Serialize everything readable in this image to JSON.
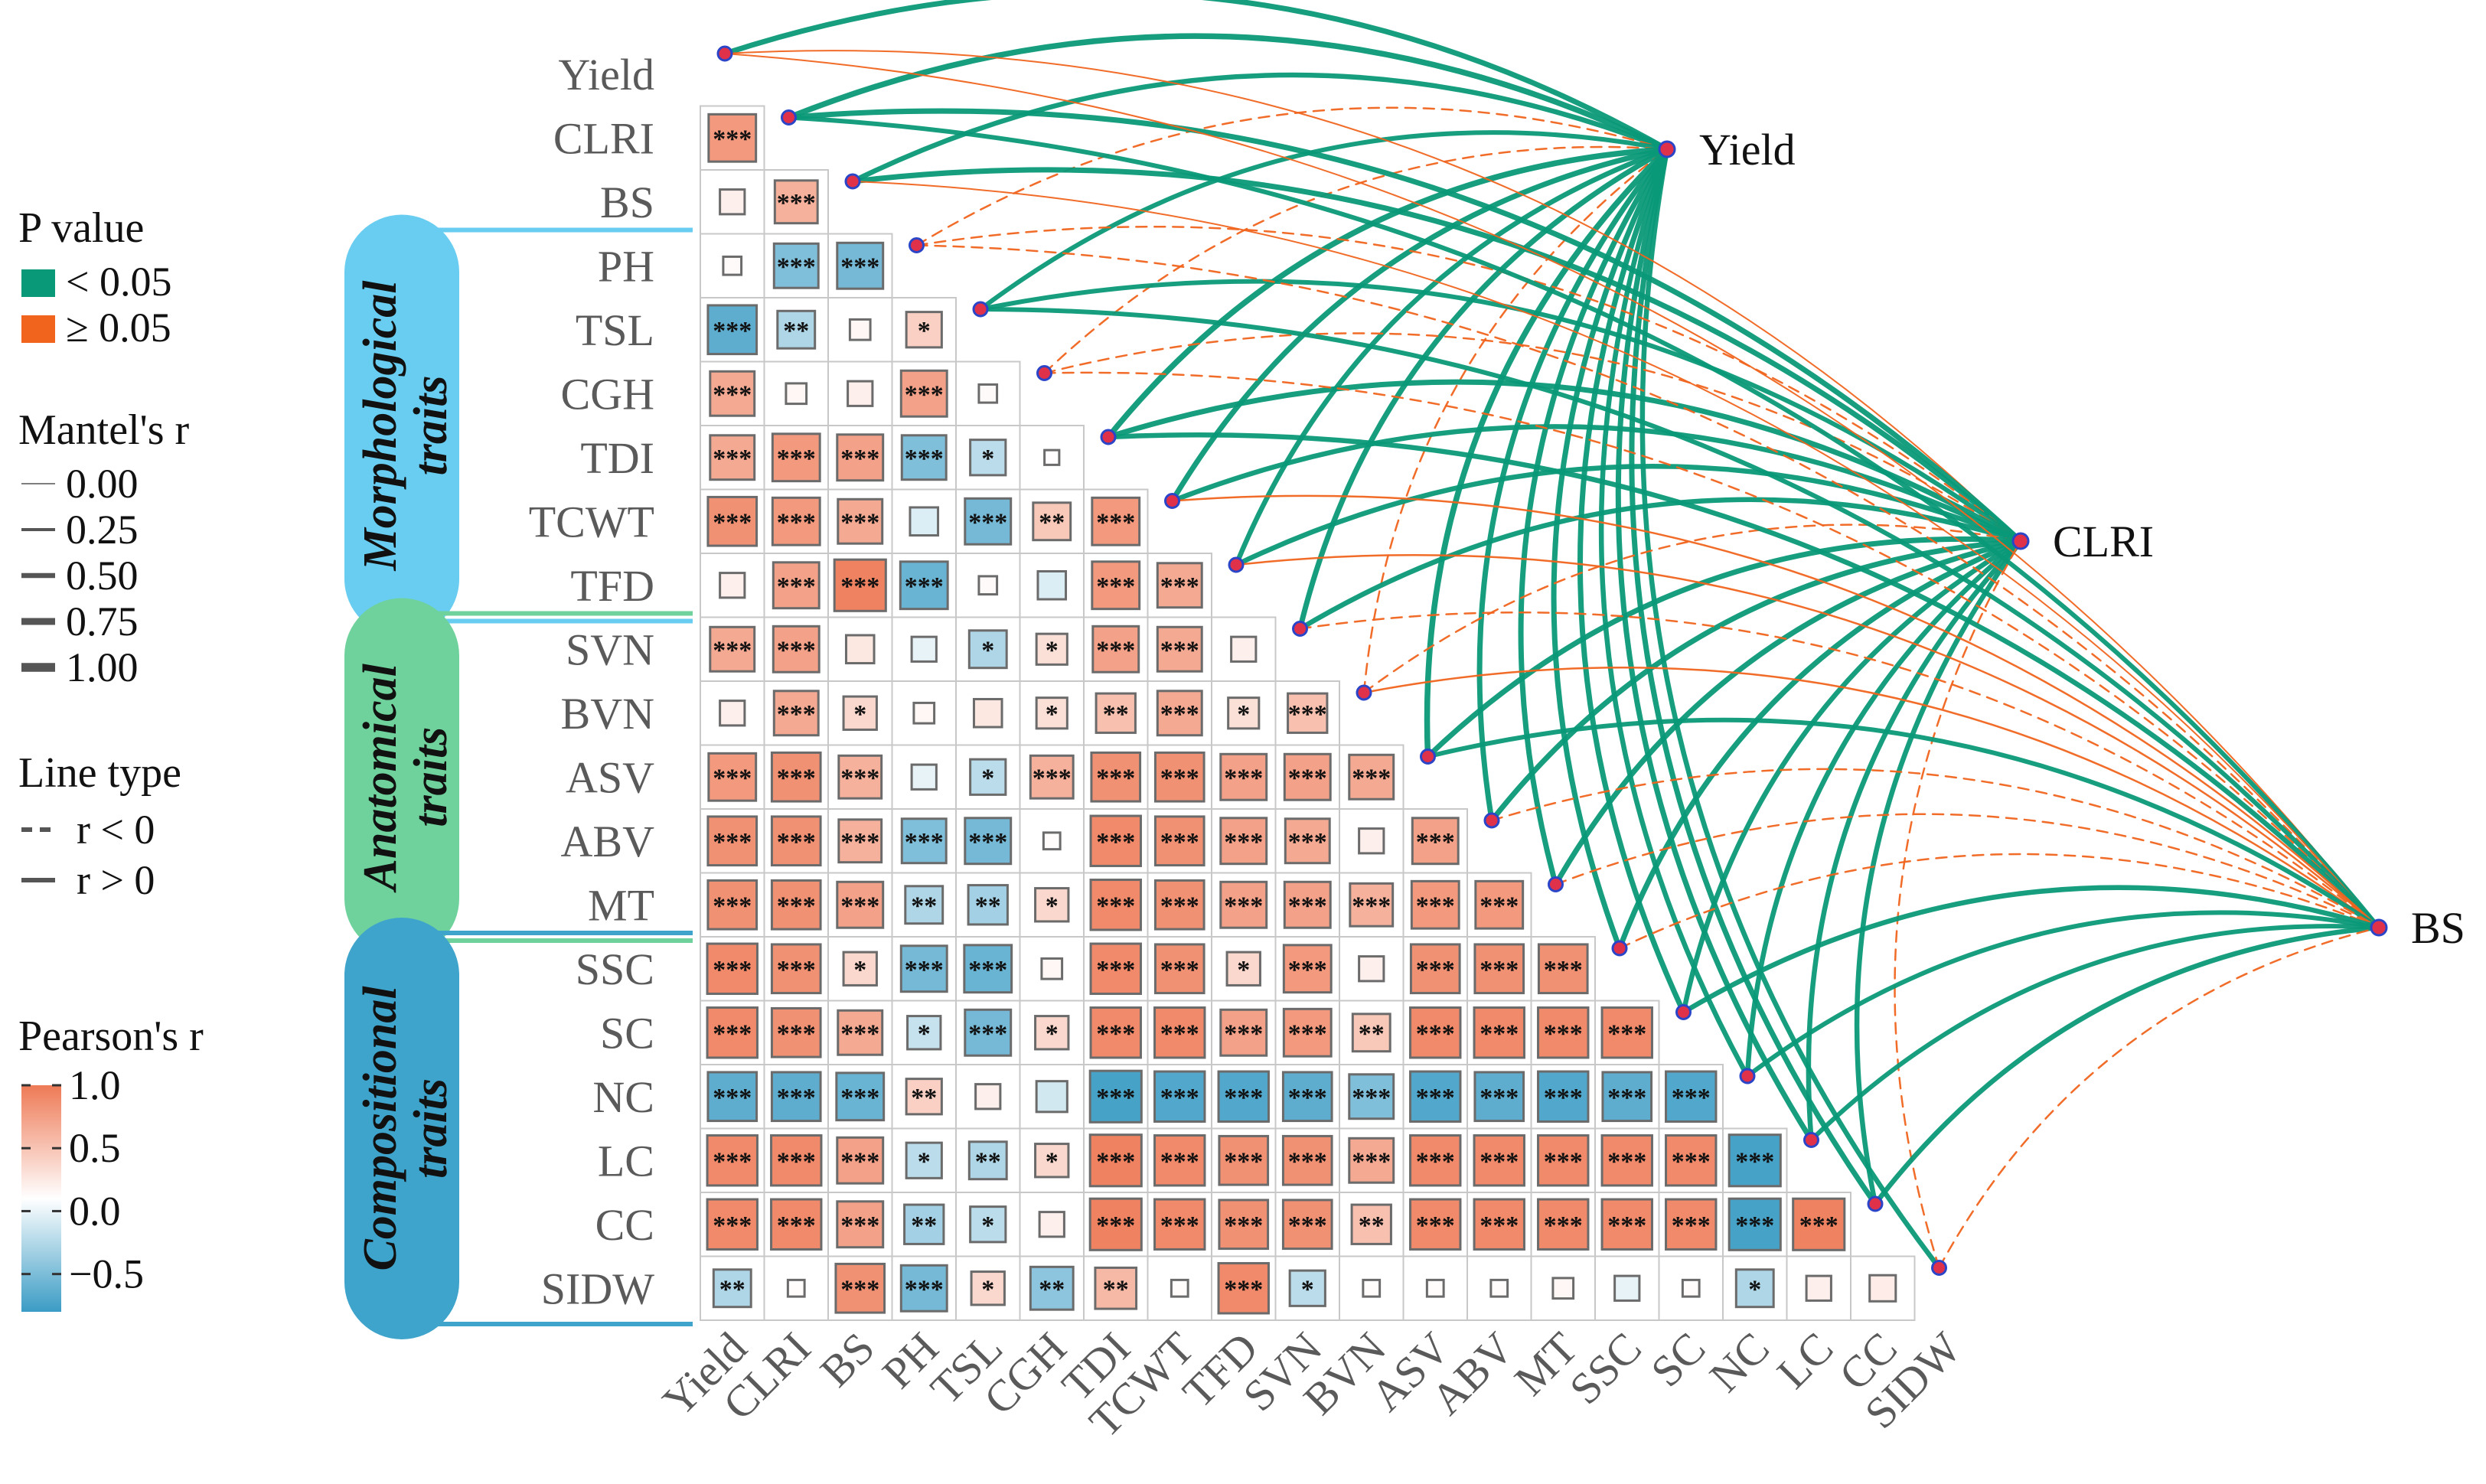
{
  "chart_data": {
    "type": "heatmap",
    "variables": [
      "Yield",
      "CLRI",
      "BS",
      "PH",
      "TSL",
      "CGH",
      "TDI",
      "TCWT",
      "TFD",
      "SVN",
      "BVN",
      "ASV",
      "ABV",
      "MT",
      "SSC",
      "SC",
      "NC",
      "LC",
      "CC",
      "SIDW"
    ],
    "mantel_targets": [
      "Yield",
      "CLRI",
      "BS"
    ],
    "groups": [
      {
        "label": "Morphological traits",
        "first": "PH",
        "last": "TFD",
        "color": "#68cdf0",
        "lines": [
          "Morphological",
          "traits"
        ]
      },
      {
        "label": "Anatomical traits",
        "first": "SVN",
        "last": "MT",
        "color": "#6fd29c",
        "lines": [
          "Anatomical",
          "traits"
        ]
      },
      {
        "label": "Compositional traits",
        "first": "SSC",
        "last": "SIDW",
        "color": "#3fa4cc",
        "lines": [
          "Compositional",
          "traits"
        ]
      }
    ],
    "pearson_r": [
      [],
      [
        0.65
      ],
      [
        0.1,
        0.5
      ],
      [
        0.03,
        -0.55,
        -0.6
      ],
      [
        -0.7,
        -0.35,
        0.05,
        0.3
      ],
      [
        0.55,
        0.05,
        0.1,
        0.6,
        0.03
      ],
      [
        0.55,
        0.65,
        0.6,
        -0.55,
        -0.3,
        0.01
      ],
      [
        0.7,
        0.65,
        0.55,
        -0.15,
        -0.6,
        0.35,
        0.65
      ],
      [
        0.1,
        0.6,
        0.8,
        -0.65,
        0.03,
        -0.15,
        0.65,
        0.55
      ],
      [
        0.55,
        0.6,
        0.15,
        -0.1,
        -0.35,
        0.2,
        0.6,
        0.55,
        0.1
      ],
      [
        0.1,
        0.55,
        0.25,
        0.05,
        0.15,
        0.2,
        0.4,
        0.55,
        0.2,
        0.4
      ],
      [
        0.65,
        0.7,
        0.5,
        -0.1,
        -0.3,
        0.5,
        0.7,
        0.7,
        0.6,
        0.6,
        0.55
      ],
      [
        0.7,
        0.7,
        0.5,
        -0.55,
        -0.6,
        0.02,
        0.75,
        0.7,
        0.6,
        0.55,
        0.1,
        0.6
      ],
      [
        0.7,
        0.7,
        0.6,
        -0.35,
        -0.4,
        0.25,
        0.75,
        0.7,
        0.6,
        0.6,
        0.5,
        0.65,
        0.65
      ],
      [
        0.75,
        0.7,
        0.25,
        -0.6,
        -0.65,
        0.05,
        0.75,
        0.7,
        0.25,
        0.65,
        0.1,
        0.7,
        0.7,
        0.7
      ],
      [
        0.75,
        0.7,
        0.55,
        -0.25,
        -0.6,
        0.25,
        0.75,
        0.75,
        0.6,
        0.65,
        0.35,
        0.75,
        0.75,
        0.75,
        0.75
      ],
      [
        -0.7,
        -0.7,
        -0.65,
        0.3,
        0.1,
        -0.2,
        -0.8,
        -0.75,
        -0.75,
        -0.7,
        -0.55,
        -0.75,
        -0.7,
        -0.75,
        -0.7,
        -0.75
      ],
      [
        0.75,
        0.75,
        0.6,
        -0.3,
        -0.35,
        0.25,
        0.8,
        0.75,
        0.7,
        0.7,
        0.55,
        0.75,
        0.75,
        0.75,
        0.75,
        0.75,
        -0.8
      ],
      [
        0.75,
        0.75,
        0.6,
        -0.4,
        -0.3,
        0.1,
        0.8,
        0.75,
        0.7,
        0.7,
        0.4,
        0.75,
        0.75,
        0.75,
        0.75,
        0.75,
        -0.8,
        0.8
      ],
      [
        -0.35,
        0.02,
        0.7,
        -0.6,
        0.25,
        -0.5,
        0.45,
        0.02,
        0.75,
        -0.3,
        0.02,
        0.02,
        0.02,
        0.05,
        -0.1,
        0.02,
        -0.35,
        0.1,
        0.12
      ]
    ],
    "significance": [
      [],
      [
        "***"
      ],
      [
        "",
        "***"
      ],
      [
        "",
        "***",
        "***"
      ],
      [
        "***",
        "**",
        "",
        "*"
      ],
      [
        "***",
        "",
        "",
        "***",
        ""
      ],
      [
        "***",
        "***",
        "***",
        "***",
        "*",
        ""
      ],
      [
        "***",
        "***",
        "***",
        "",
        "***",
        "**",
        "***"
      ],
      [
        "",
        "***",
        "***",
        "***",
        "",
        "",
        "***",
        "***"
      ],
      [
        "***",
        "***",
        "",
        "",
        "*",
        "*",
        "***",
        "***",
        ""
      ],
      [
        "",
        "***",
        "*",
        "",
        "",
        "*",
        "**",
        "***",
        "*",
        "***"
      ],
      [
        "***",
        "***",
        "***",
        "",
        "*",
        "***",
        "***",
        "***",
        "***",
        "***",
        "***"
      ],
      [
        "***",
        "***",
        "***",
        "***",
        "***",
        "",
        "***",
        "***",
        "***",
        "***",
        "",
        "***"
      ],
      [
        "***",
        "***",
        "***",
        "**",
        "**",
        "*",
        "***",
        "***",
        "***",
        "***",
        "***",
        "***",
        "***"
      ],
      [
        "***",
        "***",
        "*",
        "***",
        "***",
        "",
        "***",
        "***",
        "*",
        "***",
        "",
        "***",
        "***",
        "***"
      ],
      [
        "***",
        "***",
        "***",
        "*",
        "***",
        "*",
        "***",
        "***",
        "***",
        "***",
        "**",
        "***",
        "***",
        "***",
        "***"
      ],
      [
        "***",
        "***",
        "***",
        "**",
        "",
        "",
        "***",
        "***",
        "***",
        "***",
        "***",
        "***",
        "***",
        "***",
        "***",
        "***"
      ],
      [
        "***",
        "***",
        "***",
        "*",
        "**",
        "*",
        "***",
        "***",
        "***",
        "***",
        "***",
        "***",
        "***",
        "***",
        "***",
        "***",
        "***"
      ],
      [
        "***",
        "***",
        "***",
        "**",
        "*",
        "",
        "***",
        "***",
        "***",
        "***",
        "**",
        "***",
        "***",
        "***",
        "***",
        "***",
        "***",
        "***"
      ],
      [
        "**",
        "",
        "***",
        "***",
        "*",
        "**",
        "**",
        "",
        "***",
        "*",
        "",
        "",
        "",
        "",
        "",
        "",
        "*",
        "",
        ""
      ]
    ],
    "mantel_links": {
      "Yield": [
        {
          "p": "lt",
          "r": 0.55,
          "sign": "+"
        },
        {
          "p": "lt",
          "r": 0.6,
          "sign": "+"
        },
        {
          "p": "lt",
          "r": 0.5,
          "sign": "+"
        },
        {
          "p": "ge",
          "r": 0.1,
          "sign": "-"
        },
        {
          "p": "lt",
          "r": 0.45,
          "sign": "+"
        },
        {
          "p": "ge",
          "r": 0.1,
          "sign": "-"
        },
        {
          "p": "lt",
          "r": 0.6,
          "sign": "+"
        },
        {
          "p": "lt",
          "r": 0.55,
          "sign": "+"
        },
        {
          "p": "lt",
          "r": 0.5,
          "sign": "+"
        },
        {
          "p": "lt",
          "r": 0.55,
          "sign": "+"
        },
        {
          "p": "ge",
          "r": 0.1,
          "sign": "-"
        },
        {
          "p": "lt",
          "r": 0.6,
          "sign": "+"
        },
        {
          "p": "lt",
          "r": 0.55,
          "sign": "+"
        },
        {
          "p": "lt",
          "r": 0.55,
          "sign": "+"
        },
        {
          "p": "lt",
          "r": 0.55,
          "sign": "+"
        },
        {
          "p": "lt",
          "r": 0.55,
          "sign": "+"
        },
        {
          "p": "lt",
          "r": 0.5,
          "sign": "+"
        },
        {
          "p": "lt",
          "r": 0.55,
          "sign": "+"
        },
        {
          "p": "lt",
          "r": 0.55,
          "sign": "+"
        },
        {
          "p": "lt",
          "r": 0.5,
          "sign": "+"
        }
      ],
      "CLRI": [
        {
          "p": "ge",
          "r": 0.05,
          "sign": "+"
        },
        {
          "p": "lt",
          "r": 0.55,
          "sign": "+"
        },
        {
          "p": "lt",
          "r": 0.55,
          "sign": "+"
        },
        {
          "p": "ge",
          "r": 0.1,
          "sign": "-"
        },
        {
          "p": "lt",
          "r": 0.45,
          "sign": "+"
        },
        {
          "p": "ge",
          "r": 0.1,
          "sign": "-"
        },
        {
          "p": "lt",
          "r": 0.55,
          "sign": "+"
        },
        {
          "p": "lt",
          "r": 0.5,
          "sign": "+"
        },
        {
          "p": "lt",
          "r": 0.5,
          "sign": "+"
        },
        {
          "p": "lt",
          "r": 0.5,
          "sign": "+"
        },
        {
          "p": "ge",
          "r": 0.1,
          "sign": "-"
        },
        {
          "p": "lt",
          "r": 0.55,
          "sign": "+"
        },
        {
          "p": "lt",
          "r": 0.55,
          "sign": "+"
        },
        {
          "p": "lt",
          "r": 0.55,
          "sign": "+"
        },
        {
          "p": "lt",
          "r": 0.55,
          "sign": "+"
        },
        {
          "p": "lt",
          "r": 0.5,
          "sign": "+"
        },
        {
          "p": "lt",
          "r": 0.5,
          "sign": "+"
        },
        {
          "p": "lt",
          "r": 0.5,
          "sign": "+"
        },
        {
          "p": "lt",
          "r": 0.5,
          "sign": "+"
        },
        {
          "p": "ge",
          "r": 0.1,
          "sign": "-"
        }
      ],
      "BS": [
        {
          "p": "ge",
          "r": 0.05,
          "sign": "+"
        },
        {
          "p": "lt",
          "r": 0.45,
          "sign": "+"
        },
        {
          "p": "ge",
          "r": 0.05,
          "sign": "+"
        },
        {
          "p": "ge",
          "r": 0.1,
          "sign": "-"
        },
        {
          "p": "lt",
          "r": 0.45,
          "sign": "+"
        },
        {
          "p": "ge",
          "r": 0.1,
          "sign": "-"
        },
        {
          "p": "lt",
          "r": 0.5,
          "sign": "+"
        },
        {
          "p": "ge",
          "r": 0.1,
          "sign": "+"
        },
        {
          "p": "ge",
          "r": 0.1,
          "sign": "+"
        },
        {
          "p": "ge",
          "r": 0.1,
          "sign": "-"
        },
        {
          "p": "ge",
          "r": 0.1,
          "sign": "+"
        },
        {
          "p": "lt",
          "r": 0.45,
          "sign": "+"
        },
        {
          "p": "ge",
          "r": 0.1,
          "sign": "-"
        },
        {
          "p": "ge",
          "r": 0.1,
          "sign": "-"
        },
        {
          "p": "ge",
          "r": 0.1,
          "sign": "-"
        },
        {
          "p": "lt",
          "r": 0.5,
          "sign": "+"
        },
        {
          "p": "lt",
          "r": 0.45,
          "sign": "+"
        },
        {
          "p": "lt",
          "r": 0.45,
          "sign": "+"
        },
        {
          "p": "lt",
          "r": 0.5,
          "sign": "+"
        },
        {
          "p": "ge",
          "r": 0.1,
          "sign": "-"
        }
      ]
    },
    "legend": {
      "p_value_title": "P value",
      "p_lt": "< 0.05",
      "p_ge": "≥ 0.05",
      "p_colors": {
        "lt": "#0a9978",
        "ge": "#f0641e"
      },
      "mantel_title": "Mantel's r",
      "mantel_values": [
        "0.00",
        "0.25",
        "0.50",
        "0.75",
        "1.00"
      ],
      "line_title": "Line type",
      "line_neg": "r < 0",
      "line_pos": "r > 0",
      "pearson_title": "Pearson's r",
      "pearson_ticks": [
        "1.0",
        "0.5",
        "0.0",
        "−0.5"
      ],
      "pearson_scale": {
        "min": -0.8,
        "max": 1.0
      },
      "colors": {
        "positive": "#ee7a56",
        "negative": "#3b9cc5",
        "neutral": "#ffffff"
      }
    }
  }
}
